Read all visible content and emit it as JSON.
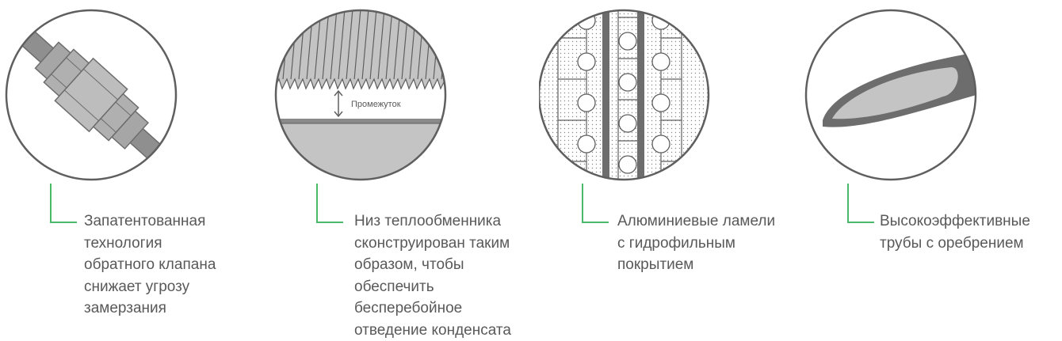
{
  "colors": {
    "accent": "#4cb86a",
    "circle_border": "#5f5f5f",
    "fill_light": "#c4c4c4",
    "fill_dark": "#6d6d6d",
    "text": "#595959"
  },
  "features": [
    {
      "icon": "check-valve",
      "caption": "Запатентованная\nтехнология\nобратного клапана\nснижает угрозу\nзамерзания"
    },
    {
      "icon": "heat-exchanger-gap",
      "gap_label": "Промежуток",
      "caption": "Низ теплообменника\nсконструирован таким\nобразом, чтобы обеспечить\nбесперебойное\nотведение конденсата"
    },
    {
      "icon": "hydrophilic-fins",
      "caption": "Алюминиевые ламели\nс гидрофильным\nпокрытием"
    },
    {
      "icon": "finned-tube",
      "caption": "Высокоэффективные\nтрубы с оребрением"
    }
  ]
}
